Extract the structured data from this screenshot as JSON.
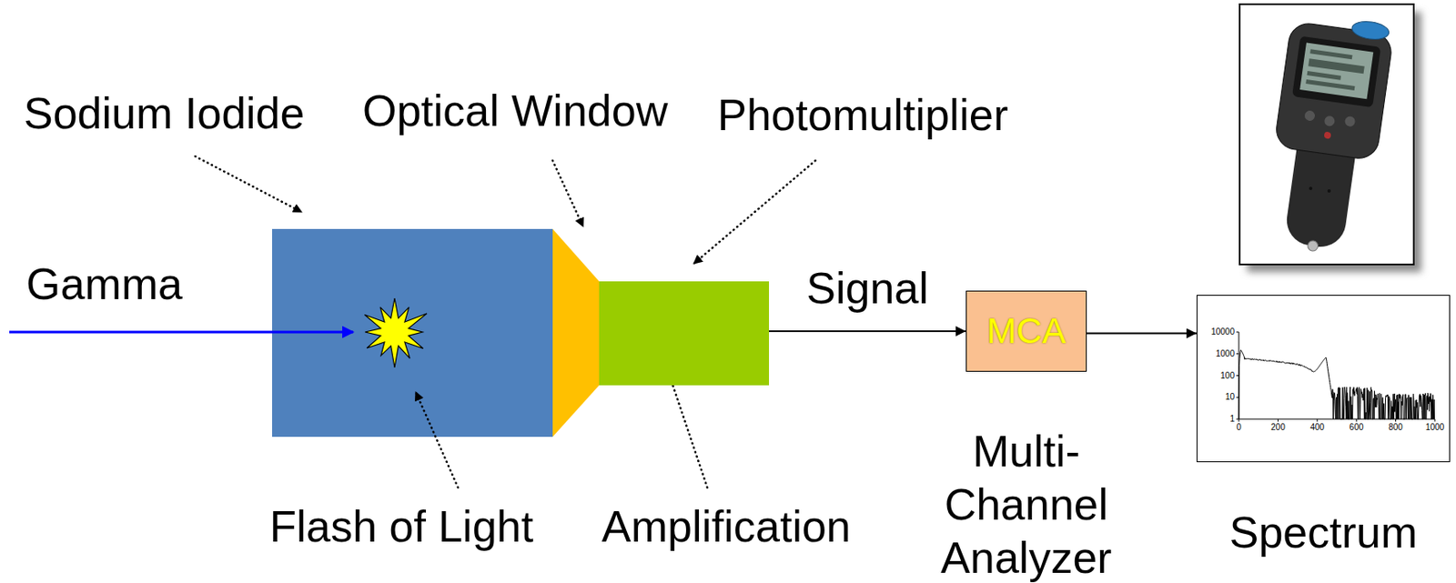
{
  "diagram": {
    "nodes": [
      {
        "text": [
          "Photomultiplier"
        ]
      },
      {
        "text": [
          "MCA",
          "Multi- Channel Analyzer"
        ]
      },
      {
        "text": [
          "Spectrum"
        ]
      }
    ],
    "edges": [
      {
        "from": 0,
        "to": 1,
        "arrow": "to",
        "label": "Signal"
      },
      {
        "from": 1,
        "to": 2,
        "arrow": "to"
      }
    ],
    "labels": [
      "Sodium Iodide",
      "Optical Window",
      "Gamma",
      "Flash of Light",
      "Amplification",
      "10000",
      "1000",
      "100",
      "10",
      "1",
      "0",
      "200",
      "400",
      "600",
      "800",
      "1000"
    ]
  }
}
